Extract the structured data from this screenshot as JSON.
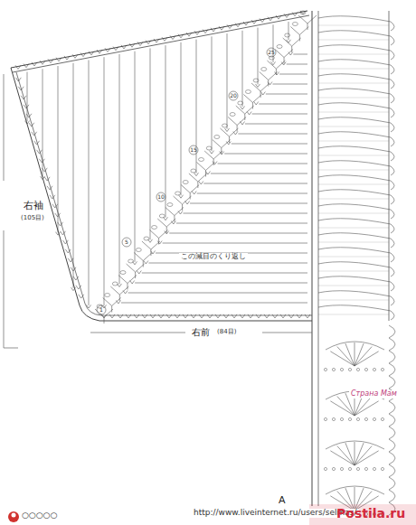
{
  "diagram": {
    "labels": [
      "右袖",
      "(105目)",
      "この減目のくり返し",
      "右前",
      "(84目)",
      "1",
      "5",
      "10",
      "15",
      "20",
      "25",
      "A",
      "http://www.liveinternet.ru/users/selmas/",
      "○○○○○",
      "Страна Мам",
      "Postila.ru"
    ]
  }
}
